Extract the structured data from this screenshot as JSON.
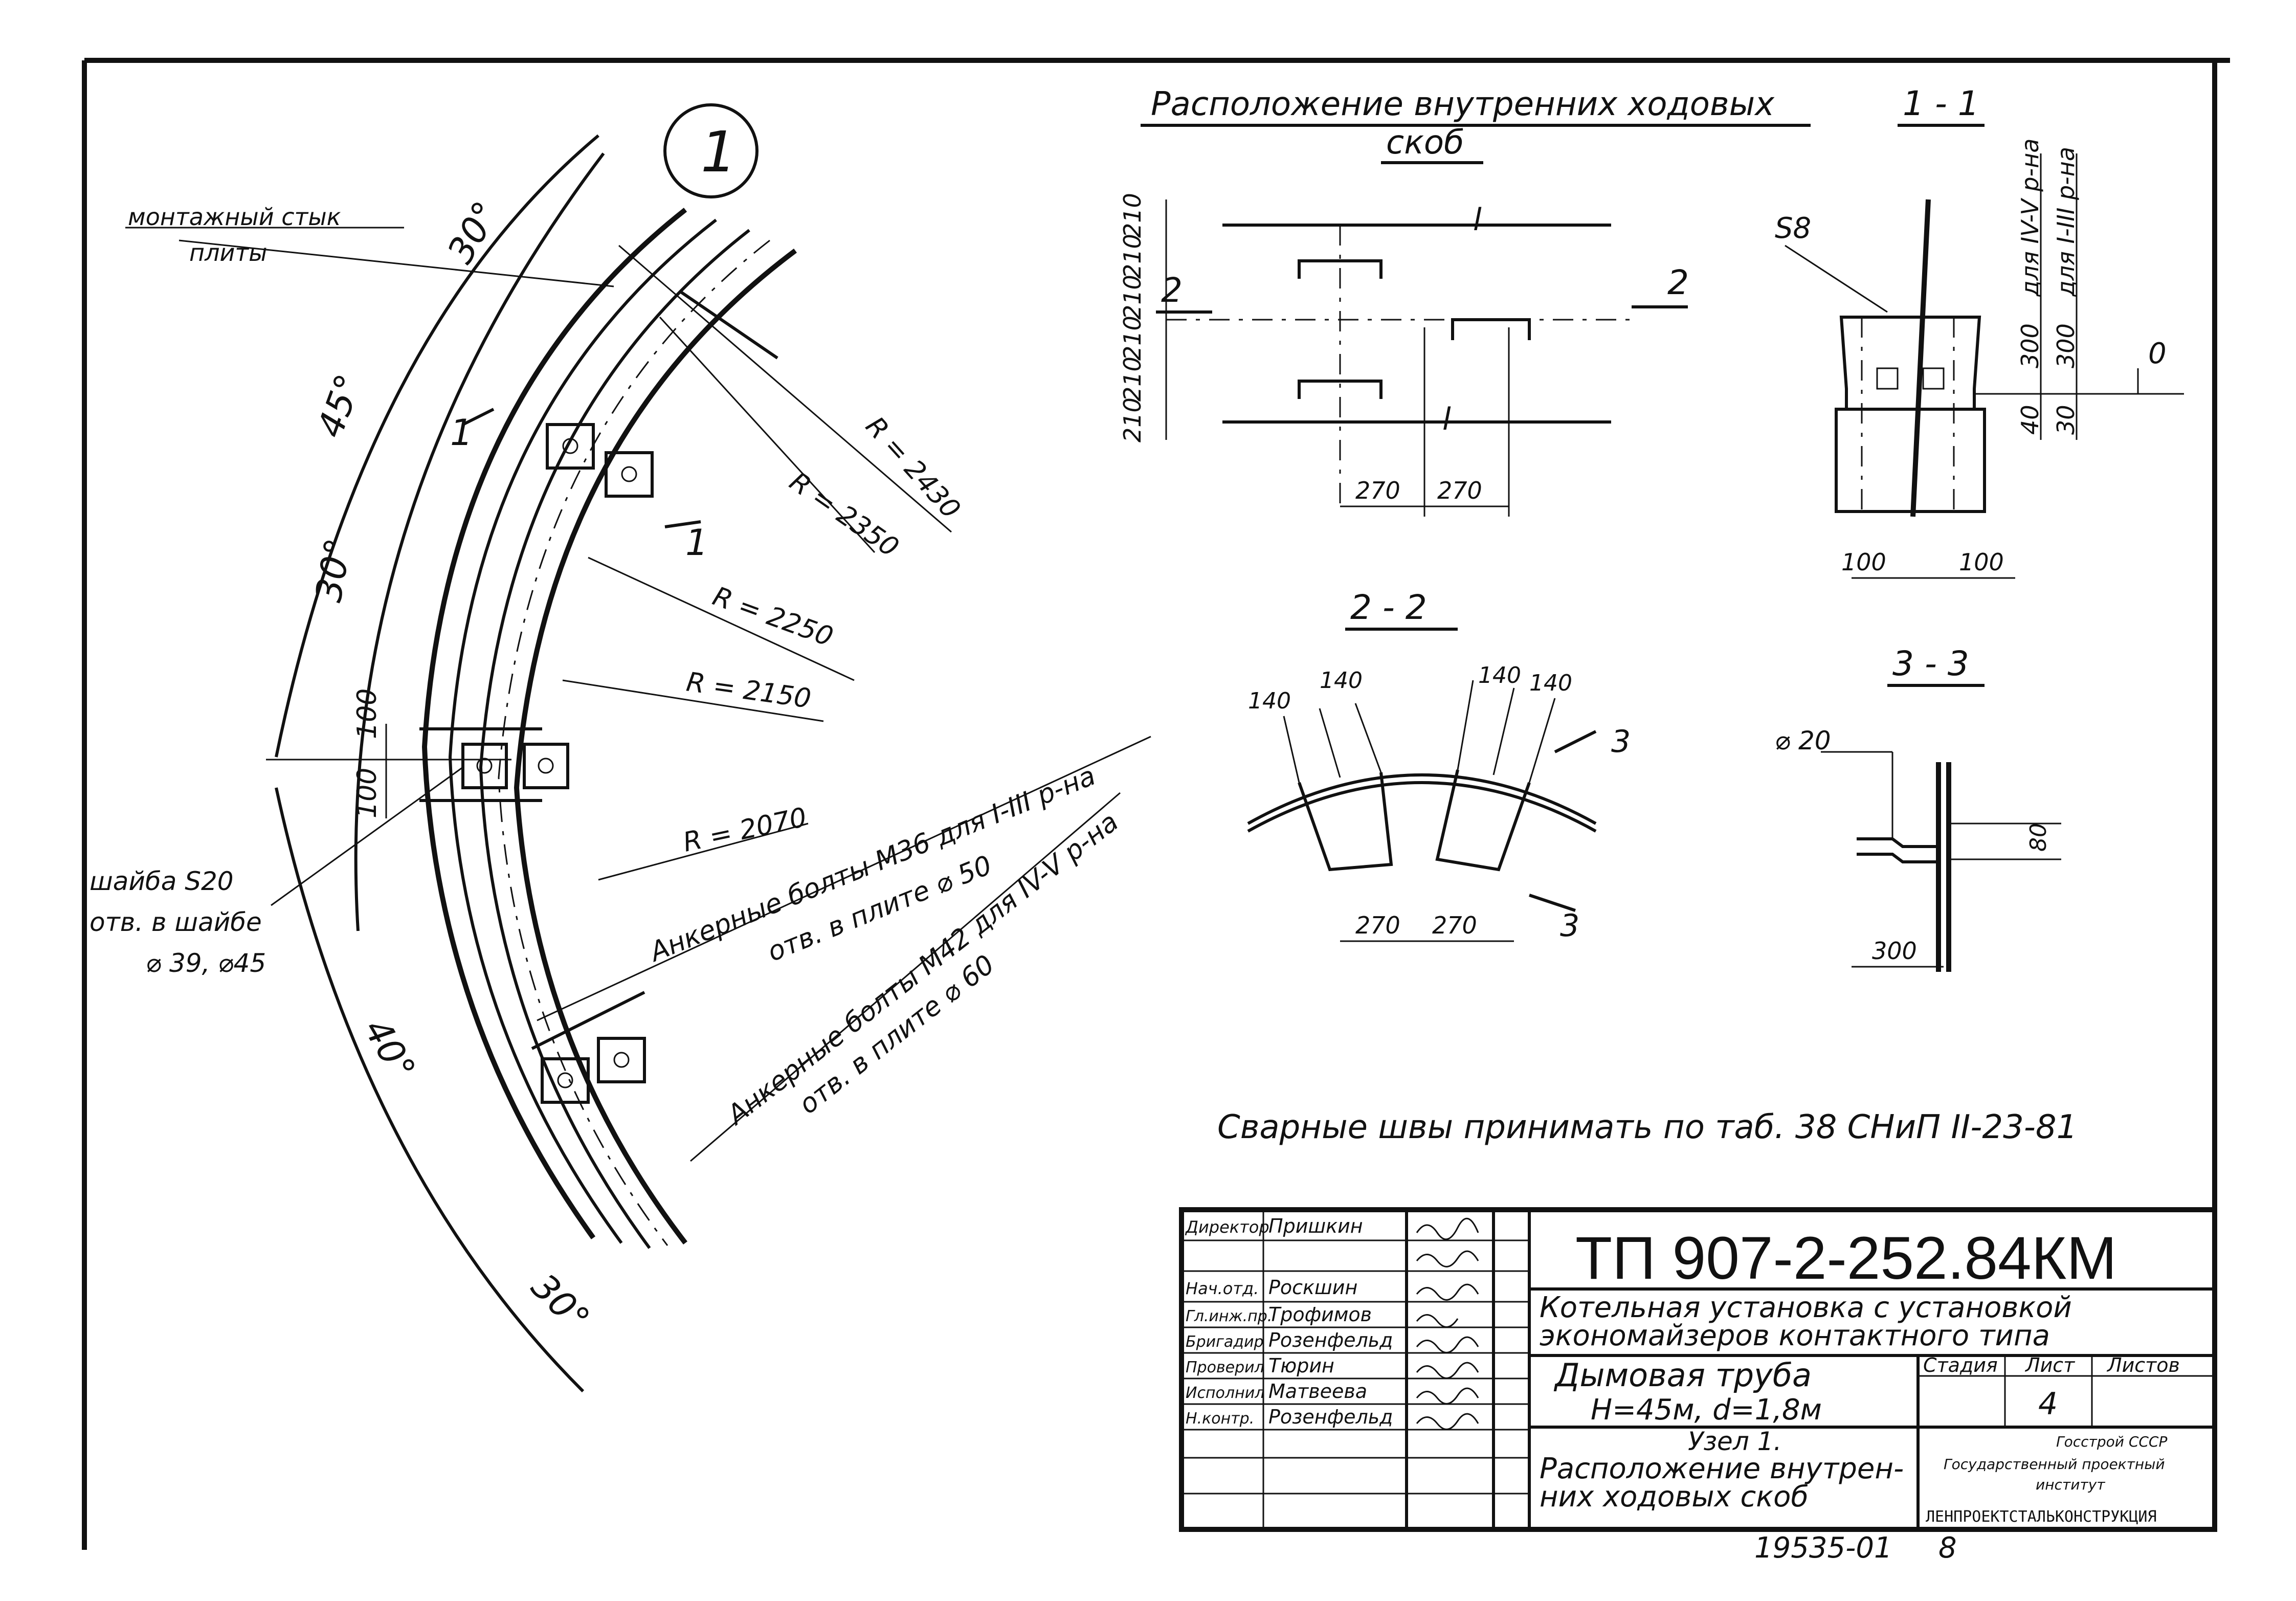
{
  "main_view": {
    "node_number": "1",
    "labels": {
      "joint": [
        "монтажный стык",
        "плиты"
      ],
      "washer": [
        "шайба S20",
        "отв. в шайбе",
        "⌀ 39, ⌀45"
      ],
      "bolts_a": [
        "Анкерные болты М36 для I-III р-на",
        "отв. в плите ⌀ 50"
      ],
      "bolts_b": [
        "Анкерные болты М42 для IV-V р-на",
        "отв. в плите ⌀ 60"
      ]
    },
    "radii": [
      "R = 2430",
      "R = 2350",
      "R = 2250",
      "R = 2150",
      "R = 2070"
    ],
    "angles": [
      "30°",
      "45°",
      "30°",
      "40°",
      "30°"
    ],
    "dims_center": [
      "100",
      "100"
    ],
    "section_mark": "1"
  },
  "view_ladder": {
    "title": [
      "Расположение внутренних ходовых",
      "скоб"
    ],
    "dims_vertical": [
      "210",
      "210",
      "210",
      "210",
      "210",
      "210"
    ],
    "dims_horizontal": [
      "270",
      "270"
    ],
    "axis_marks": [
      "l",
      "l"
    ],
    "section_mark": "2"
  },
  "section_1": {
    "title": "1 - 1",
    "labels": [
      "S8",
      "0"
    ],
    "dims_vertical": [
      "300",
      "300",
      "40",
      "30"
    ],
    "notes": [
      "для IV-V р-на",
      "для I-III р-на"
    ],
    "dims_horizontal": [
      "100",
      "100"
    ]
  },
  "section_2": {
    "title": "2 - 2",
    "dims_top": [
      "140",
      "140",
      "140",
      "140"
    ],
    "dims_bottom": [
      "270",
      "270"
    ],
    "section_mark": "3"
  },
  "section_3": {
    "title": "3 - 3",
    "label": "⌀ 20",
    "dims": [
      "80",
      "300"
    ]
  },
  "welding_note": "Сварные швы принимать по таб. 38 СНиП II-23-81",
  "title_block": {
    "doc_code": "ТП 907-2-252.84КМ",
    "project": [
      "Котельная установка с установкой",
      "экономайзеров контактного типа"
    ],
    "object": [
      "Дымовая труба",
      "H=45м, d=1,8м"
    ],
    "sheet_title": [
      "Узел 1.",
      "Расположение внутрен-",
      "них ходовых скоб"
    ],
    "stage_header": [
      "Стадия",
      "Лист",
      "Листов"
    ],
    "sheet_number": "4",
    "org": [
      "Госстрой СССР",
      "Государственный проектный",
      "институт",
      "ЛЕНПРОЕКТСТАЛЬКОНСТРУКЦИЯ"
    ],
    "signatures": [
      {
        "role": "Директор",
        "name": "Пришкин"
      },
      {
        "role": "Нач.отд.",
        "name": "Роскшин"
      },
      {
        "role": "Гл.инж.пр.",
        "name": "Трофимов"
      },
      {
        "role": "Бригадир",
        "name": "Розенфельд"
      },
      {
        "role": "Проверил",
        "name": "Тюрин"
      },
      {
        "role": "Исполнил",
        "name": "Матвеева"
      },
      {
        "role": "Н.контр.",
        "name": "Розенфельд"
      }
    ]
  },
  "footer": {
    "inventory": "19535-01",
    "page": "8"
  }
}
